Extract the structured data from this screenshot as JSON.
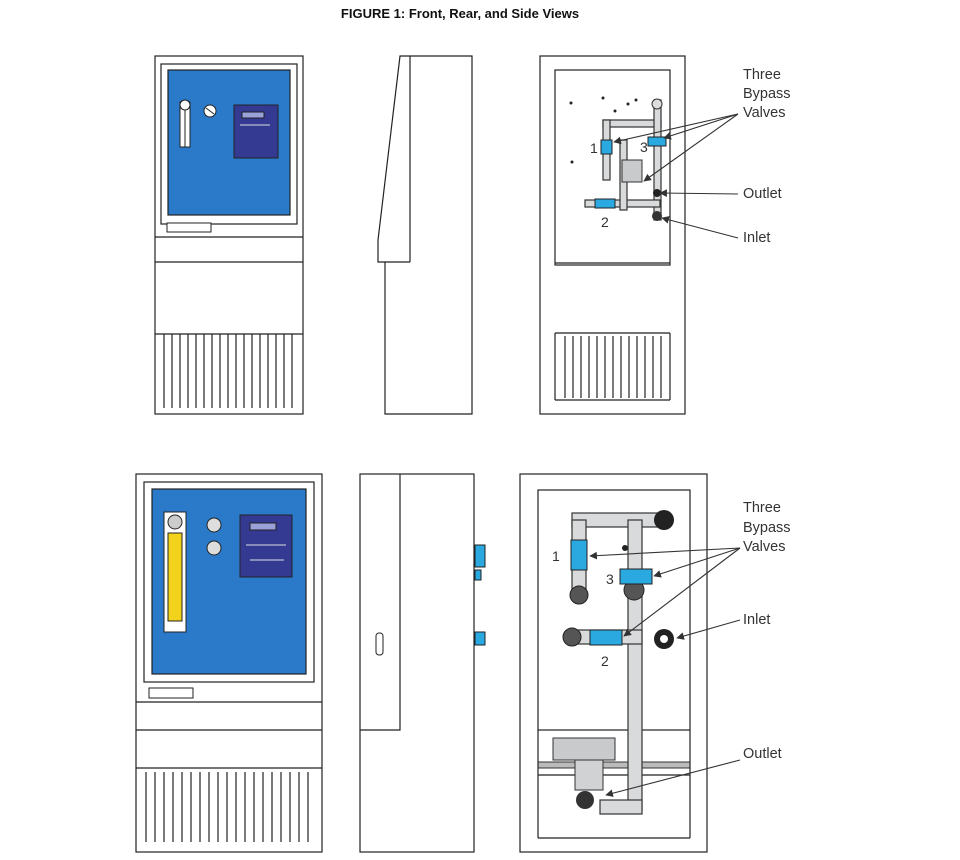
{
  "title": "FIGURE 1:  Front, Rear, and Side Views",
  "top_rear": {
    "callout_valves": [
      "Three",
      "Bypass",
      "Valves"
    ],
    "callout_outlet": "Outlet",
    "callout_inlet": "Inlet",
    "valve_numbers": [
      "1",
      "2",
      "3"
    ]
  },
  "bottom_rear": {
    "callout_valves": [
      "Three",
      "Bypass",
      "Valves"
    ],
    "callout_inlet": "Inlet",
    "callout_outlet": "Outlet",
    "valve_numbers": [
      "1",
      "2",
      "3"
    ]
  },
  "colors": {
    "panel_blue": "#2a7ac9",
    "valve_blue": "#2aa8e0",
    "pipe_gray": "#d8dadc",
    "gauge_yellow": "#f2d21b"
  }
}
